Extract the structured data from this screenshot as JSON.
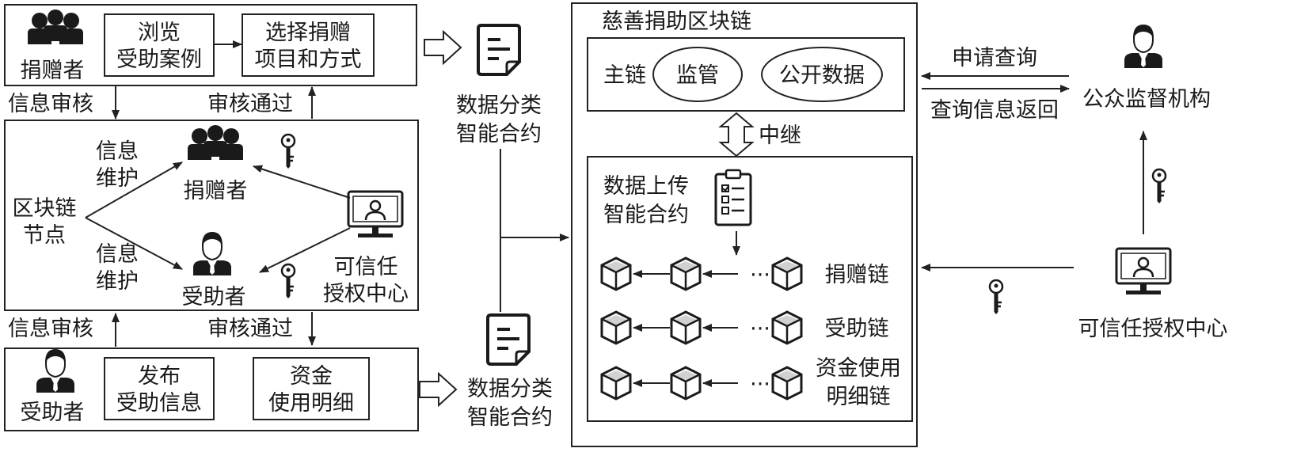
{
  "donor_panel": {
    "donor_label": "捐赠者",
    "browse_line1": "浏览",
    "browse_line2": "受助案例",
    "select_line1": "选择捐赠",
    "select_line2": "项目和方式"
  },
  "arrows": {
    "info_review_top": "信息审核",
    "approved_top": "审核通过",
    "info_review_bottom": "信息审核",
    "approved_bottom": "审核通过"
  },
  "node_panel": {
    "node_line1": "区块链",
    "node_line2": "节点",
    "maintain_top_line1": "信息",
    "maintain_top_line2": "维护",
    "maintain_bottom_line1": "信息",
    "maintain_bottom_line2": "维护",
    "donor_label": "捐赠者",
    "recipient_label": "受助者",
    "ca_line1": "可信任",
    "ca_line2": "授权中心"
  },
  "recipient_panel": {
    "recipient_label": "受助者",
    "publish_line1": "发布",
    "publish_line2": "受助信息",
    "funds_line1": "资金",
    "funds_line2": "使用明细"
  },
  "contracts": {
    "top_line1": "数据分类",
    "top_line2": "智能合约",
    "bottom_line1": "数据分类",
    "bottom_line2": "智能合约"
  },
  "blockchain": {
    "title": "慈善捐助区块链",
    "main_chain": "主链",
    "supervise": "监管",
    "public_data": "公开数据",
    "relay": "中继",
    "upload_line1": "数据上传",
    "upload_line2": "智能合约",
    "dots": "···",
    "chains": [
      {
        "line1": "捐赠链",
        "line2": ""
      },
      {
        "line1": "受助链",
        "line2": ""
      },
      {
        "line1": "资金使用",
        "line2": "明细链"
      }
    ]
  },
  "right_side": {
    "apply_query": "申请查询",
    "query_return": "查询信息返回",
    "supervisor": "公众监督机构",
    "ca": "可信任授权中心"
  }
}
